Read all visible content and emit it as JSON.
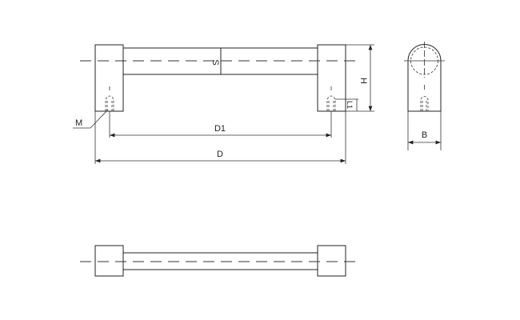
{
  "labels": {
    "M": "M",
    "S": "S",
    "H": "H",
    "L1": "L1",
    "D1": "D1",
    "D": "D",
    "B": "B"
  }
}
